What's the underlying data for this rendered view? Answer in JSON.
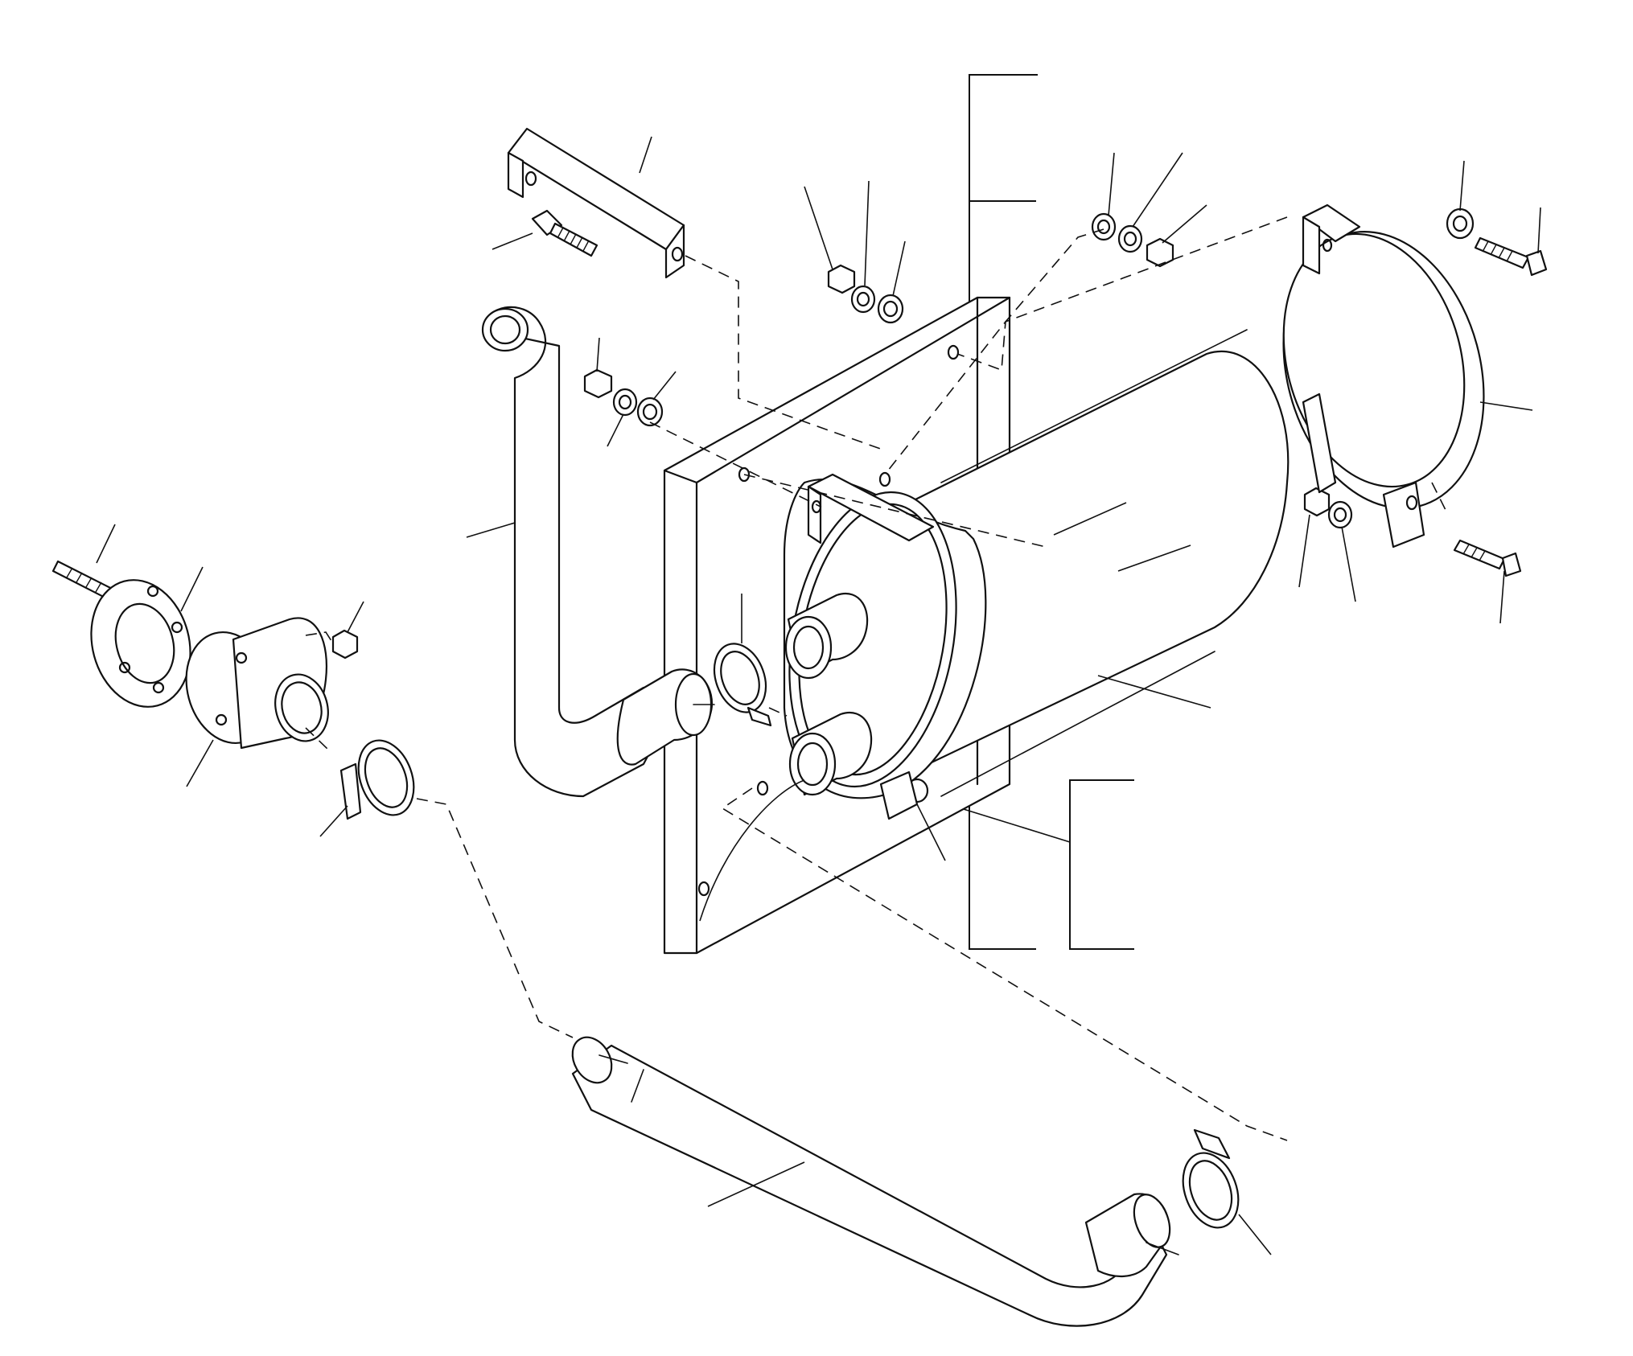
{
  "diagram": {
    "style": "exploded-parts-view",
    "subject": "muffler-assembly",
    "line_color": "#111111",
    "background": "#ffffff",
    "parts": [
      "mounting-plate",
      "muffler-body",
      "outer-clamp-band",
      "top-bracket",
      "inlet-elbow-pipe",
      "tail-pipe",
      "exhaust-flange",
      "gasket",
      "hose-clamp-upper",
      "hose-clamp-left",
      "hose-clamp-lower",
      "bolts",
      "nuts",
      "washers"
    ]
  }
}
